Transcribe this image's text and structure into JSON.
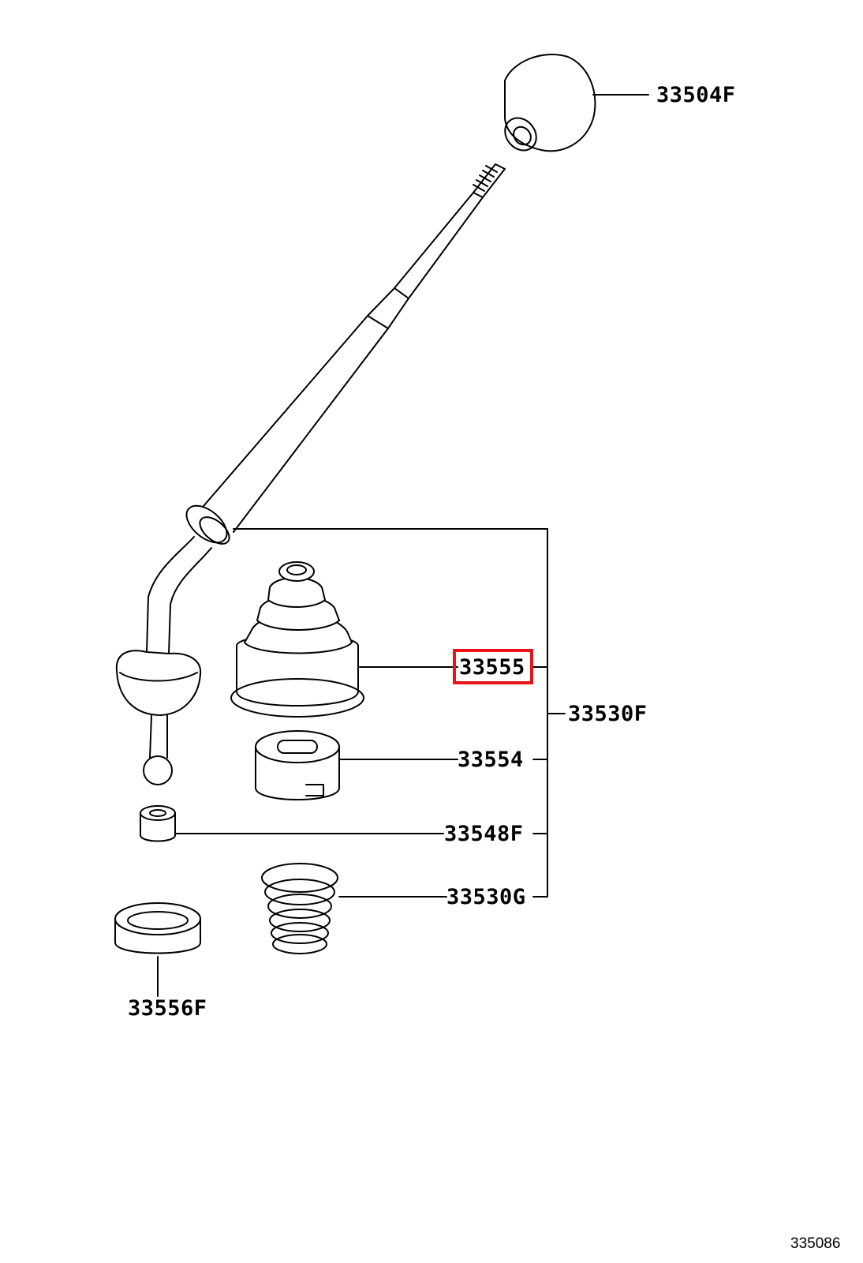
{
  "diagram": {
    "highlight_color": "#e8141a",
    "line_color": "#000000",
    "parts": {
      "knob": "33504F",
      "boot": "33555",
      "assembly": "33530F",
      "bushing": "33554",
      "collar": "33548F",
      "spring": "33530G",
      "seat": "33556F"
    },
    "highlighted_part": "33555",
    "diagram_code": "335086"
  }
}
